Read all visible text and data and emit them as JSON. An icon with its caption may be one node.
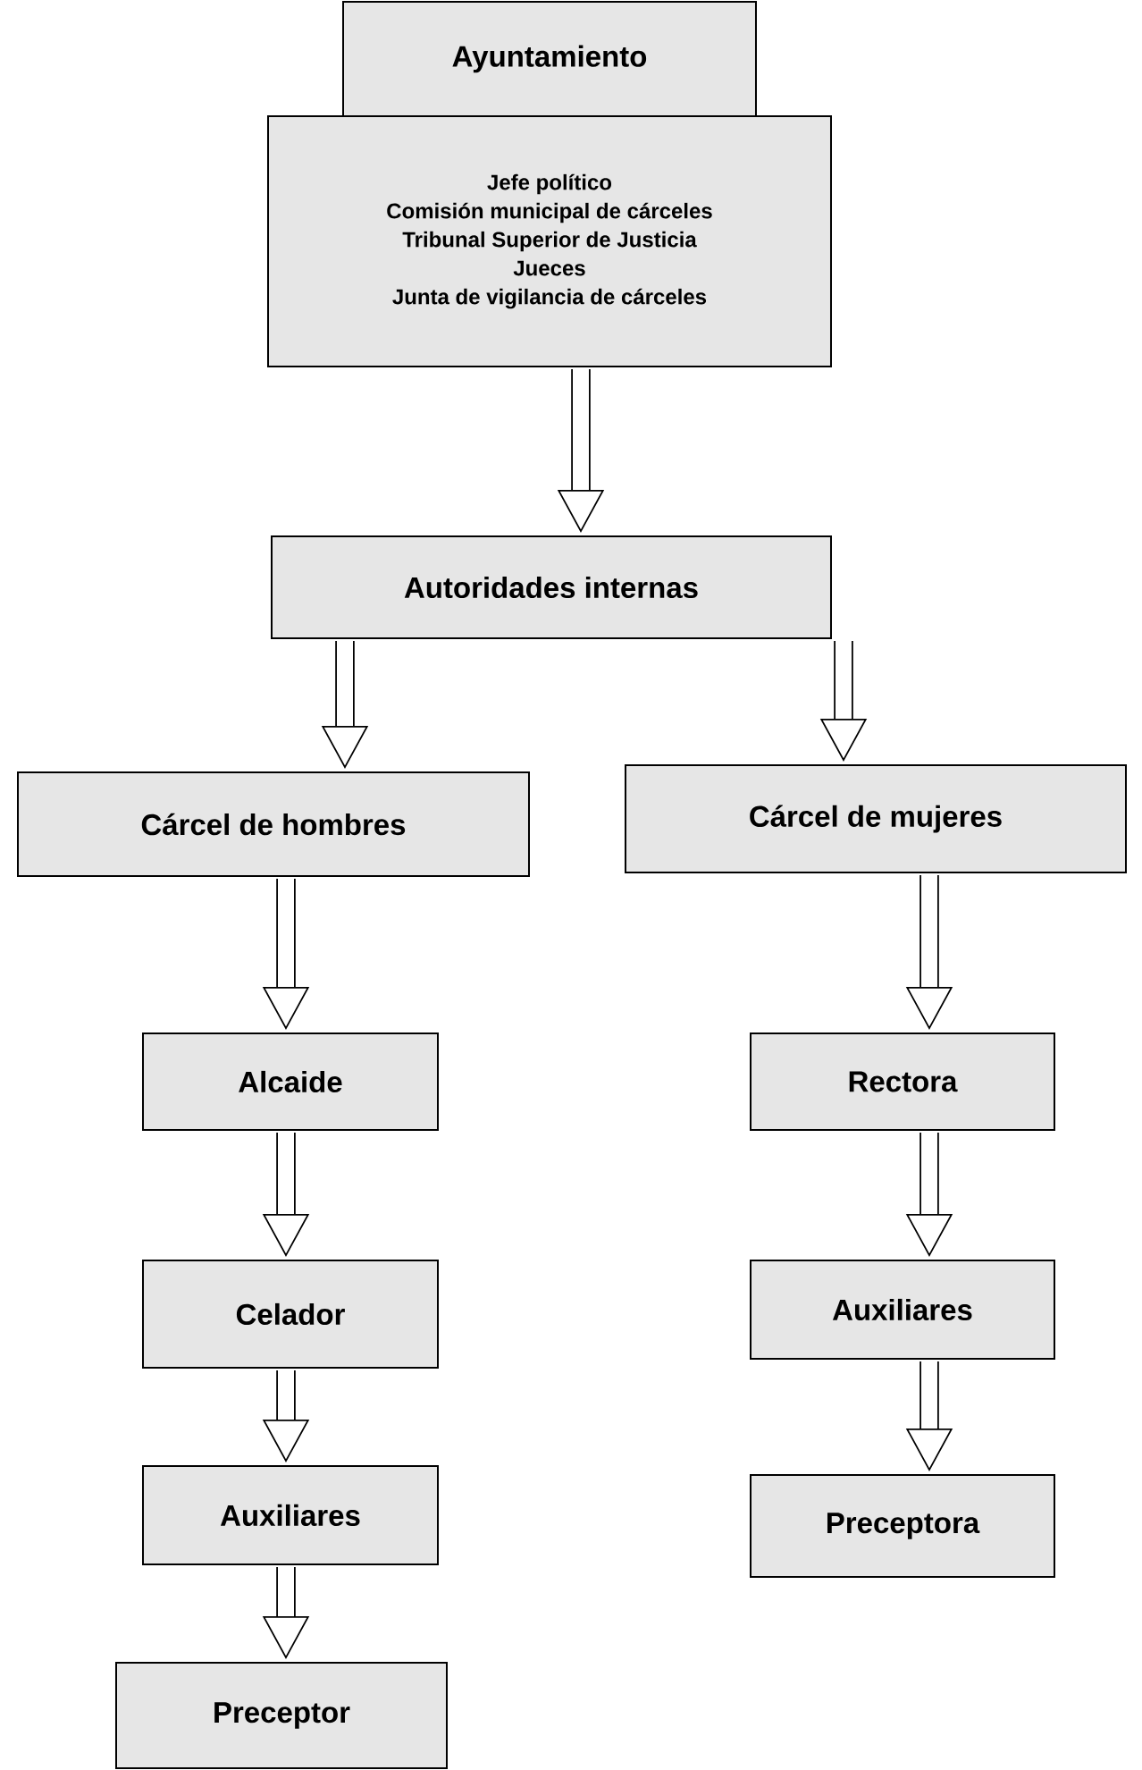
{
  "diagram": {
    "nodes": [
      {
        "text": [
          "Ayuntamiento"
        ]
      },
      {
        "text": [
          "Jefe político",
          "Comisión municipal de cárceles",
          "Tribunal Superior de Justicia",
          "Jueces",
          "Junta de vigilancia de cárceles"
        ]
      },
      {
        "text": [
          "Autoridades internas"
        ]
      },
      {
        "text": [
          "Cárcel de hombres"
        ]
      },
      {
        "text": [
          "Cárcel de mujeres"
        ]
      },
      {
        "text": [
          "Alcaide"
        ]
      },
      {
        "text": [
          "Rectora"
        ]
      },
      {
        "text": [
          "Celador"
        ]
      },
      {
        "text": [
          "Auxiliares"
        ]
      },
      {
        "text": [
          "Auxiliares"
        ]
      },
      {
        "text": [
          "Preceptora"
        ]
      },
      {
        "text": [
          "Preceptor"
        ]
      }
    ],
    "edges": [
      {
        "from": 1,
        "to": 2,
        "arrow": "to"
      },
      {
        "from": 2,
        "to": 3,
        "arrow": "to"
      },
      {
        "from": 2,
        "to": 4,
        "arrow": "to"
      },
      {
        "from": 3,
        "to": 5,
        "arrow": "to"
      },
      {
        "from": 4,
        "to": 6,
        "arrow": "to"
      },
      {
        "from": 5,
        "to": 7,
        "arrow": "to"
      },
      {
        "from": 6,
        "to": 9,
        "arrow": "to"
      },
      {
        "from": 7,
        "to": 8,
        "arrow": "to"
      },
      {
        "from": 9,
        "to": 10,
        "arrow": "to"
      },
      {
        "from": 8,
        "to": 11,
        "arrow": "to"
      }
    ]
  }
}
